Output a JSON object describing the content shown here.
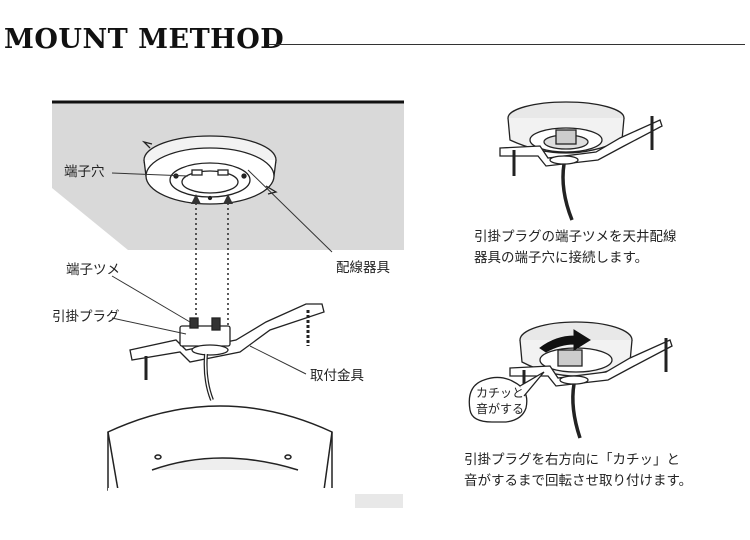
{
  "header": {
    "title": "MOUNT METHOD"
  },
  "left_diagram": {
    "labels": {
      "terminal_hole": "端子穴",
      "terminal_claw": "端子ツメ",
      "hook_plug": "引掛プラグ",
      "ceiling_fixture": "配線器具",
      "mount_bracket": "取付金具"
    }
  },
  "right_top": {
    "caption_line1": "引掛プラグの端子ツメを天井配線",
    "caption_line2": "器具の端子穴に接続します。"
  },
  "right_bottom": {
    "callout_line1": "カチッと",
    "callout_line2": "音がする",
    "caption_line1": "引掛プラグを右方向に「カチッ」と",
    "caption_line2": "音がするまで回転させ取り付けます。"
  }
}
